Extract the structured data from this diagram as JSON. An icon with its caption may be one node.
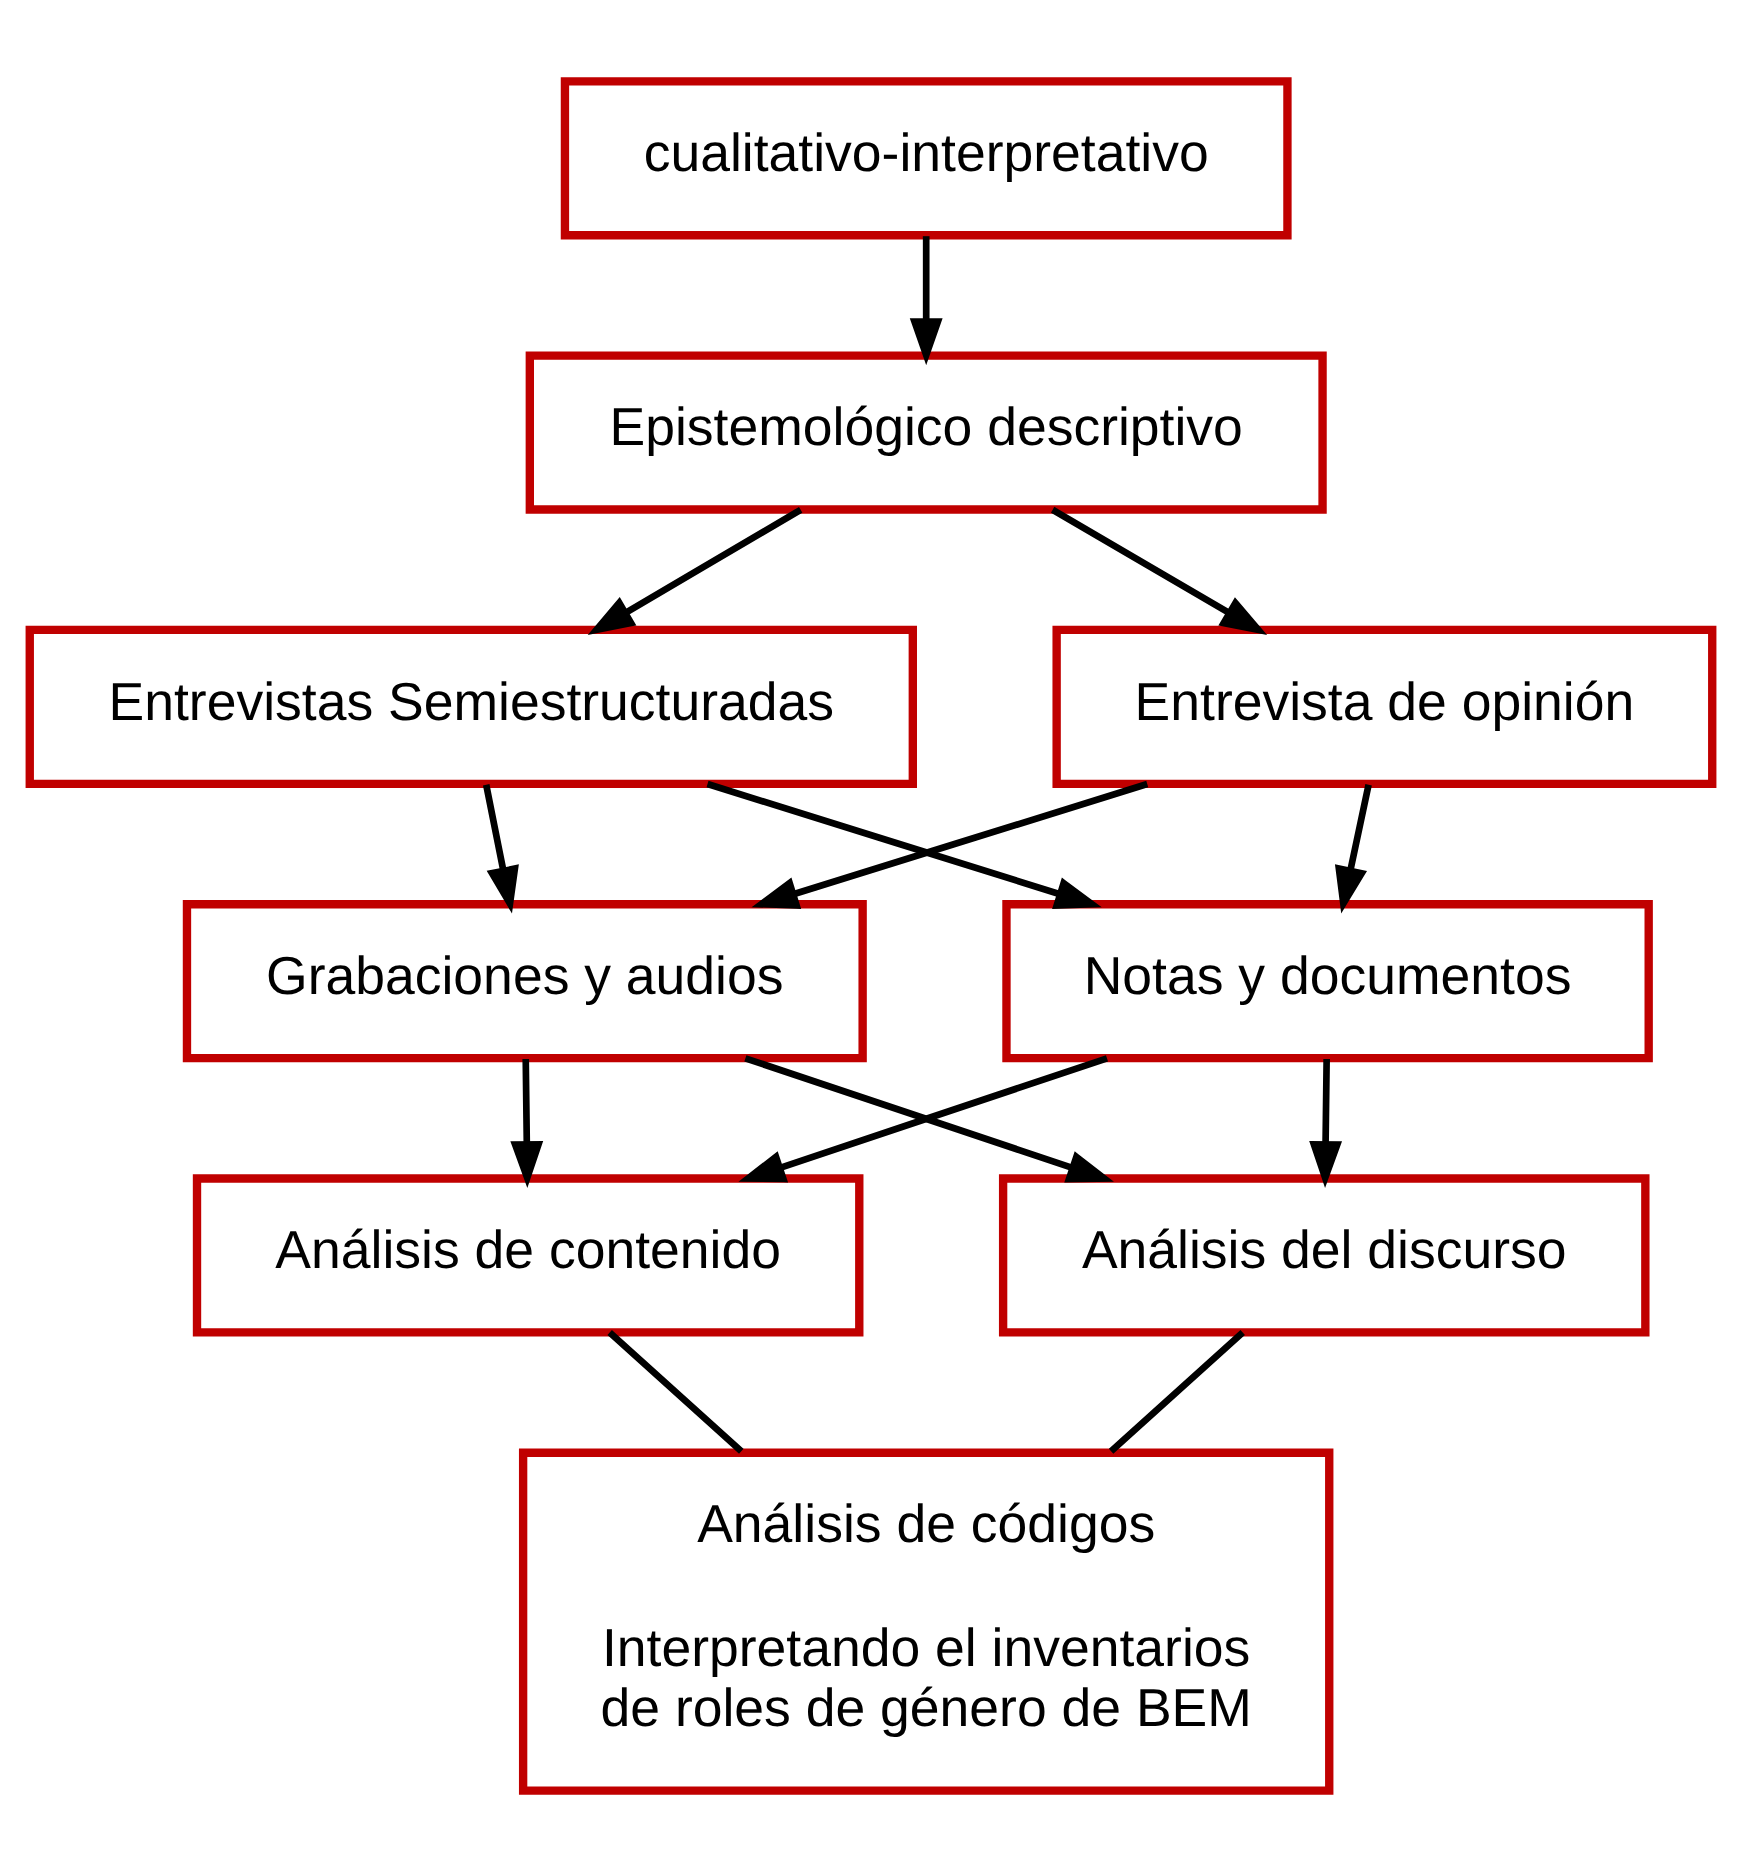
{
  "diagram": {
    "nodes": [
      {
        "text": [
          "cualitativo-interpretativo"
        ]
      },
      {
        "text": [
          "Epistemológico descriptivo"
        ]
      },
      {
        "text": [
          "Entrevistas Semiestructuradas"
        ]
      },
      {
        "text": [
          "Entrevista de opinión"
        ]
      },
      {
        "text": [
          "Grabaciones y audios"
        ]
      },
      {
        "text": [
          "Notas y documentos"
        ]
      },
      {
        "text": [
          "Análisis de contenido"
        ]
      },
      {
        "text": [
          "Análisis del discurso"
        ]
      },
      {
        "text": [
          "Análisis de códigos",
          "Interpretando el inventarios de roles de género de BEM"
        ]
      }
    ],
    "edges": [
      {
        "from": 0,
        "to": 1,
        "arrow": "to"
      },
      {
        "from": 1,
        "to": 2,
        "arrow": "to"
      },
      {
        "from": 1,
        "to": 3,
        "arrow": "to"
      },
      {
        "from": 2,
        "to": 4,
        "arrow": "to"
      },
      {
        "from": 2,
        "to": 5,
        "arrow": "to"
      },
      {
        "from": 3,
        "to": 4,
        "arrow": "to"
      },
      {
        "from": 3,
        "to": 5,
        "arrow": "to"
      },
      {
        "from": 4,
        "to": 6,
        "arrow": "to"
      },
      {
        "from": 4,
        "to": 7,
        "arrow": "to"
      },
      {
        "from": 5,
        "to": 6,
        "arrow": "to"
      },
      {
        "from": 5,
        "to": 7,
        "arrow": "to"
      },
      {
        "from": 6,
        "to": 8,
        "arrow": "none"
      },
      {
        "from": 7,
        "to": 8,
        "arrow": "none"
      }
    ]
  }
}
